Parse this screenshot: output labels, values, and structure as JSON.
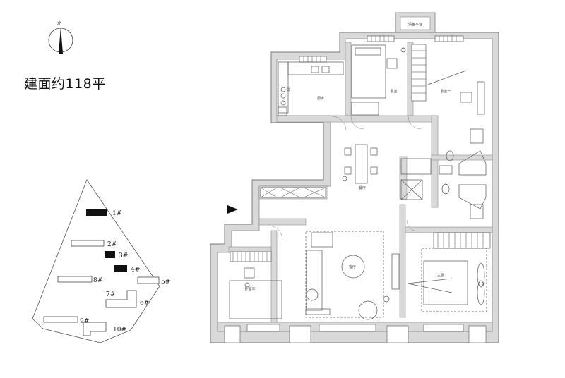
{
  "title": "建面约118平",
  "compass": {
    "north_label": "北",
    "icon": "north-arrow-icon"
  },
  "site_plan": {
    "buildings": [
      "1#",
      "2#",
      "3#",
      "4#",
      "5#",
      "6#",
      "7#",
      "8#",
      "9#",
      "10#"
    ]
  },
  "floor_plan": {
    "rooms": {
      "kitchen": "厨房",
      "bedroom2": "卧室二",
      "bedroom1": "卧室一",
      "dining": "餐厅",
      "living": "客厅",
      "master": "主卧",
      "bedroom3": "卧室三",
      "balcony": "设备平台"
    }
  },
  "colors": {
    "wall": "#d9d9d9",
    "wall_outline": "#7a7a7a",
    "building_fill": "#111111"
  }
}
